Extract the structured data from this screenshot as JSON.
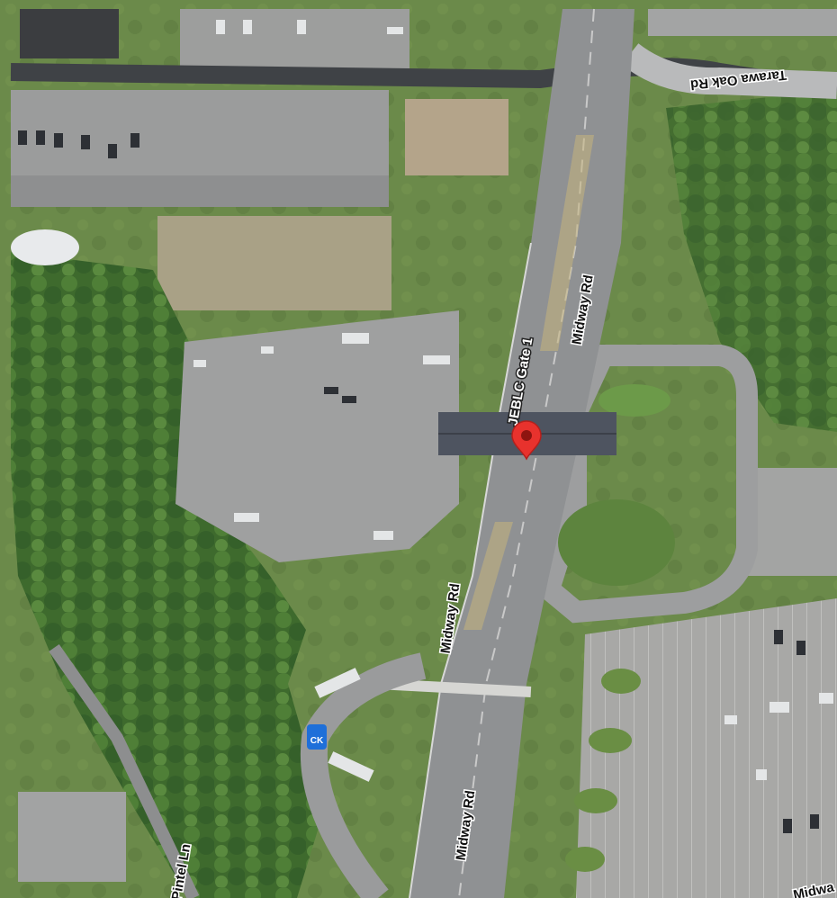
{
  "map": {
    "view": "satellite",
    "roads": {
      "tarawa_oak": "Tarawa Oak Rd",
      "midway_upper": "Midway Rd",
      "midway_middle": "Midway Rd",
      "midway_lower": "Midway Rd",
      "pintel": "Pintel Ln",
      "midway_corner": "Midwa"
    },
    "poi": {
      "gate": "JEBLC Gate 1",
      "marker_icon": "location-pin-icon",
      "bus_badge": "CK"
    },
    "colors": {
      "marker": "#e8322d",
      "grass": "#5f7f43",
      "trees": "#3f6b2e",
      "pavement": "#a9a9a9",
      "road": "#8b8d90",
      "canopy": "#4e5460"
    }
  }
}
